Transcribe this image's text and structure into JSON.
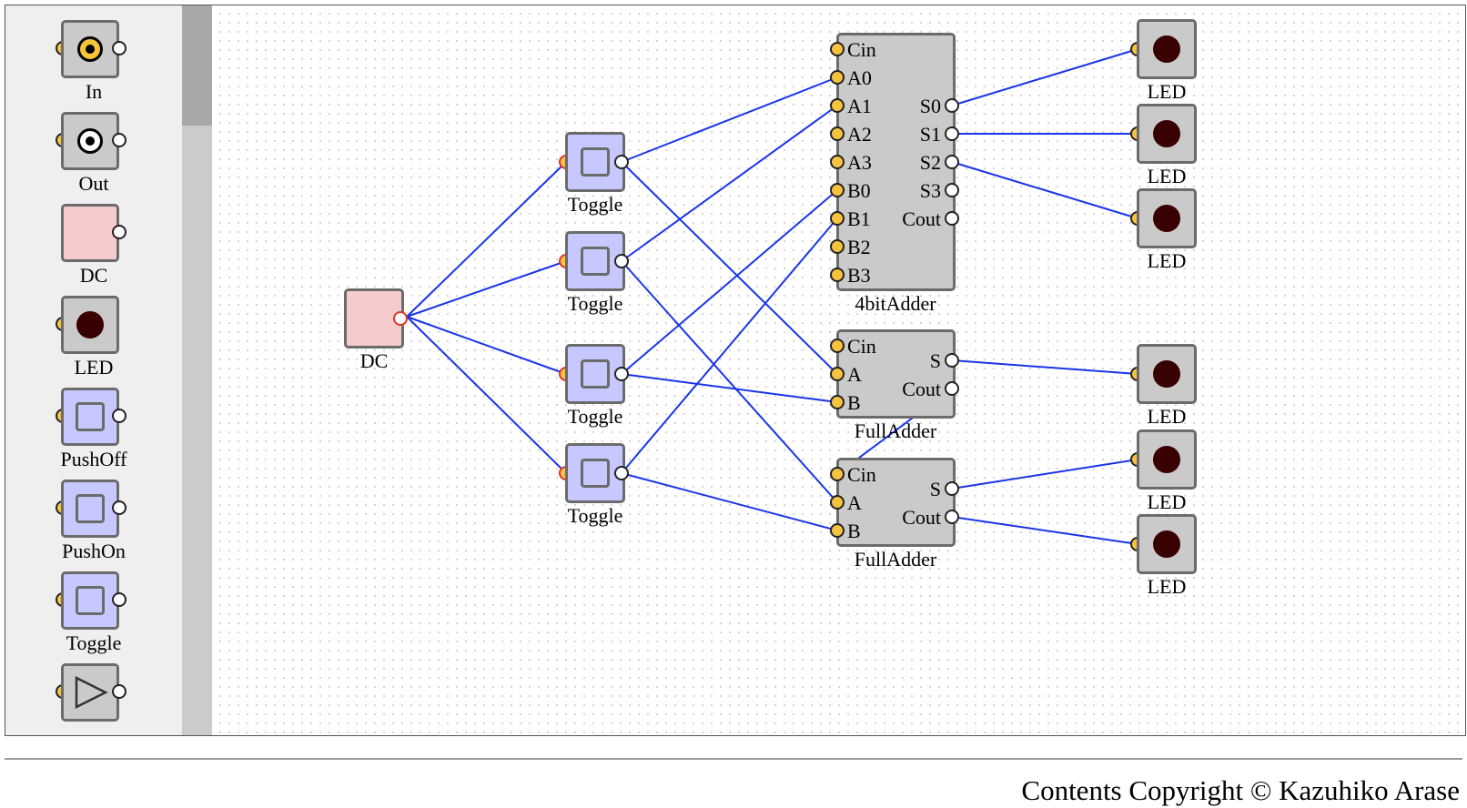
{
  "palette": {
    "items": [
      {
        "label": "In",
        "icon": "in-icon"
      },
      {
        "label": "Out",
        "icon": "out-icon"
      },
      {
        "label": "DC",
        "icon": "dc-icon"
      },
      {
        "label": "LED",
        "icon": "led-icon"
      },
      {
        "label": "PushOff",
        "icon": "push-off-icon"
      },
      {
        "label": "PushOn",
        "icon": "push-on-icon"
      },
      {
        "label": "Toggle",
        "icon": "toggle-icon"
      },
      {
        "label": "",
        "icon": "buffer-icon"
      }
    ]
  },
  "circuit": {
    "dc": {
      "label": "DC"
    },
    "toggles": [
      "Toggle",
      "Toggle",
      "Toggle",
      "Toggle"
    ],
    "adder4": {
      "label": "4bitAdder",
      "inputs": [
        "Cin",
        "A0",
        "A1",
        "A2",
        "A3",
        "B0",
        "B1",
        "B2",
        "B3"
      ],
      "outputs": [
        "S0",
        "S1",
        "S2",
        "S3",
        "Cout"
      ]
    },
    "fulladders": [
      {
        "label": "FullAdder",
        "inputs": [
          "Cin",
          "A",
          "B"
        ],
        "outputs": [
          "S",
          "Cout"
        ]
      },
      {
        "label": "FullAdder",
        "inputs": [
          "Cin",
          "A",
          "B"
        ],
        "outputs": [
          "S",
          "Cout"
        ]
      }
    ],
    "leds": [
      "LED",
      "LED",
      "LED",
      "LED",
      "LED",
      "LED"
    ]
  },
  "colors": {
    "wire": "#1a35e8",
    "pin_in": "#f6c341",
    "toggle": "#c7c8ff",
    "dc": "#f6cbcb",
    "led_off": "#380000"
  },
  "footer": {
    "copyright": "Contents Copyright © Kazuhiko Arase"
  }
}
